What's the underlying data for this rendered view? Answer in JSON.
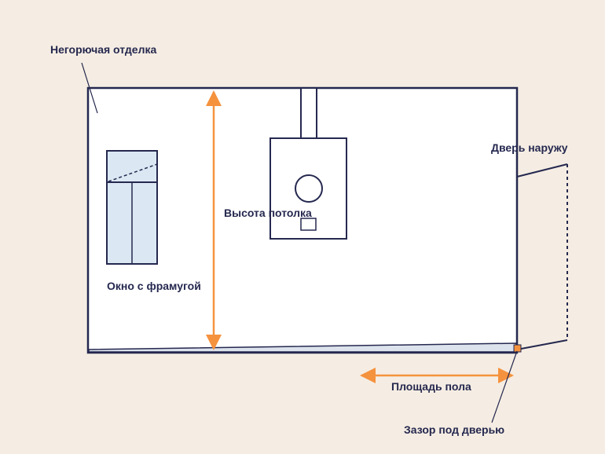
{
  "labels": {
    "nonflammable_finish": "Негорючая отделка",
    "door_outward": "Дверь наружу",
    "ceiling_height": "Высота потолка",
    "window_transom": "Окно с фрамугой",
    "floor_area": "Площадь пола",
    "door_gap": "Зазор под дверью"
  },
  "colors": {
    "background": "#f5ede3",
    "outline": "#25284f",
    "text": "#25284f",
    "accent": "#f5923e",
    "window_fill": "#dbe8f3",
    "floor_fill": "#dde3ec",
    "room_fill": "#ffffff"
  }
}
